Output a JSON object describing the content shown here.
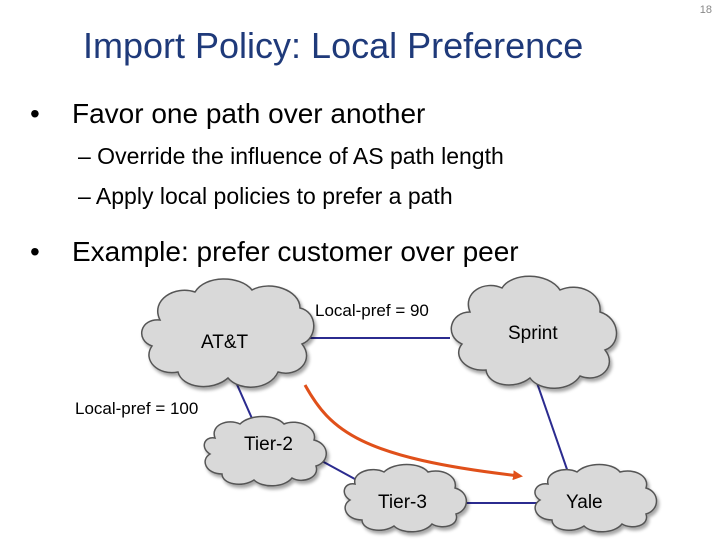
{
  "page_number": "18",
  "title": "Import Policy: Local Preference",
  "bullets": [
    {
      "text": "Favor one path over another",
      "subs": [
        "– Override the influence of AS path length",
        "– Apply local policies to prefer a path"
      ]
    },
    {
      "text": "Example: prefer customer over peer"
    }
  ],
  "diagram": {
    "nodes": {
      "att": "AT&T",
      "sprint": "Sprint",
      "tier2": "Tier-2",
      "tier3": "Tier-3",
      "yale": "Yale"
    },
    "labels": {
      "peer_pref": "Local-pref = 90",
      "customer_pref": "Local-pref = 100"
    }
  },
  "colors": {
    "title": "#1f3a7a",
    "link": "#2b2b8f",
    "route_arrow": "#e0501a",
    "cloud_fill": "#d9d9d9",
    "cloud_stroke": "#555555"
  },
  "bullet_glyph": "•"
}
